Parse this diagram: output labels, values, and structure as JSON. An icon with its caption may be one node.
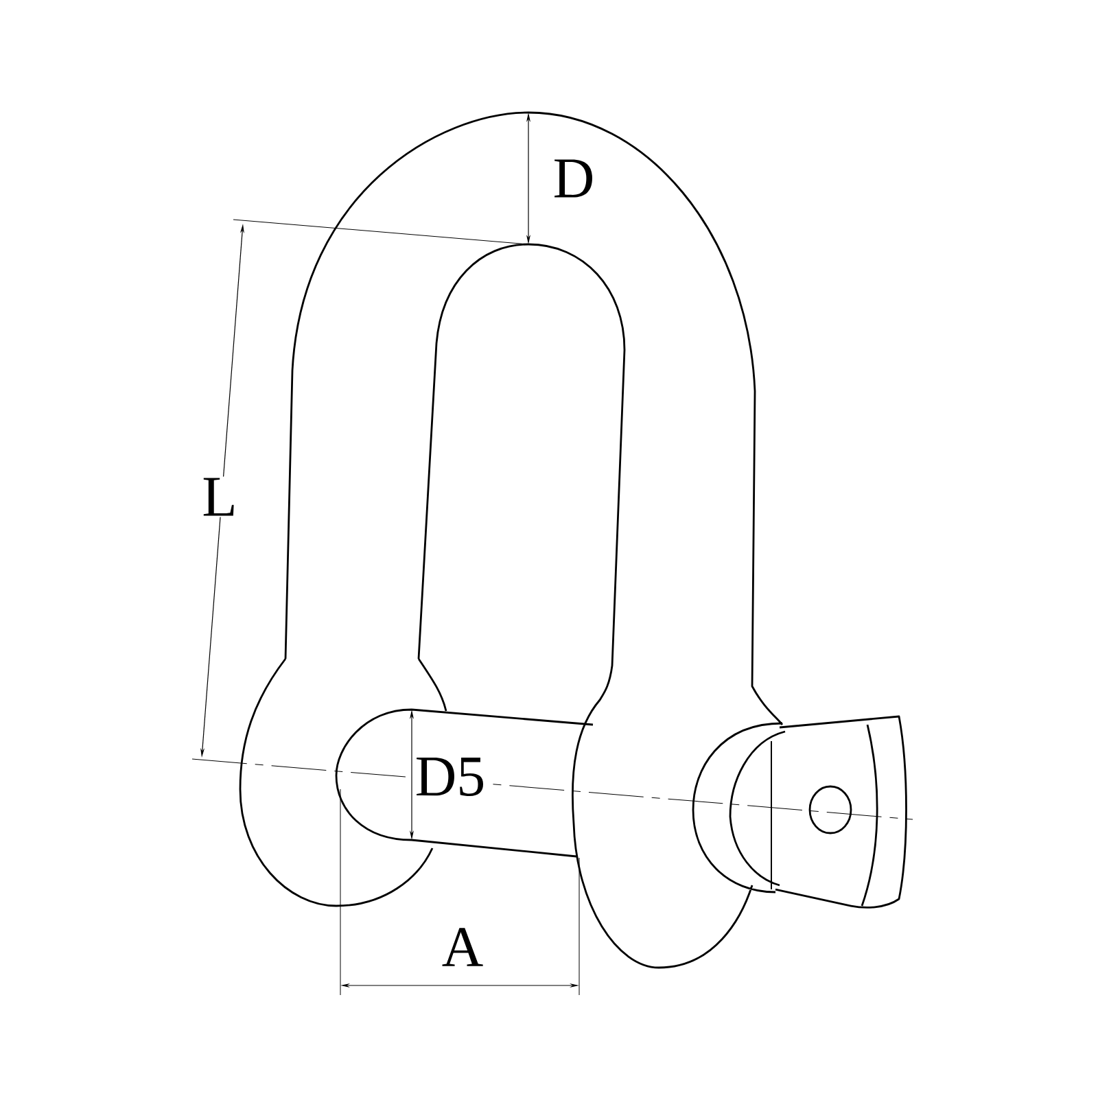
{
  "diagram": {
    "labels": [
      "D",
      "L",
      "D5",
      "A"
    ]
  }
}
